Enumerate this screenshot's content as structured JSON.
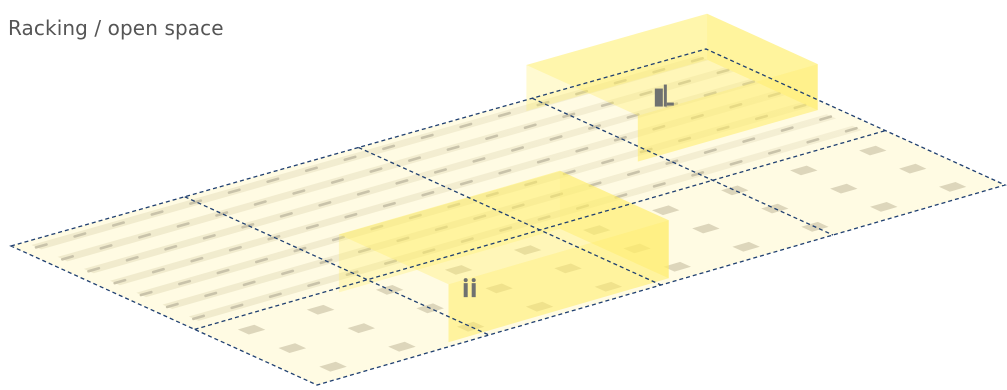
{
  "diagram": {
    "title": "Racking / open space"
  },
  "colors": {
    "floor": "#fffbe3",
    "aisle": "#eee7c5",
    "rack_mark": "#c9c3aa",
    "open_mark": "#ddd6bb",
    "zone_fill": "#ffed66",
    "dashed_line": "#1f3f70",
    "figure": "#6f7170"
  },
  "zones": [
    {
      "name": "upper-right-illuminated-zone"
    },
    {
      "name": "lower-left-illuminated-zone"
    }
  ],
  "icons": {
    "people": "people-icon",
    "forklift": "forklift-icon"
  }
}
